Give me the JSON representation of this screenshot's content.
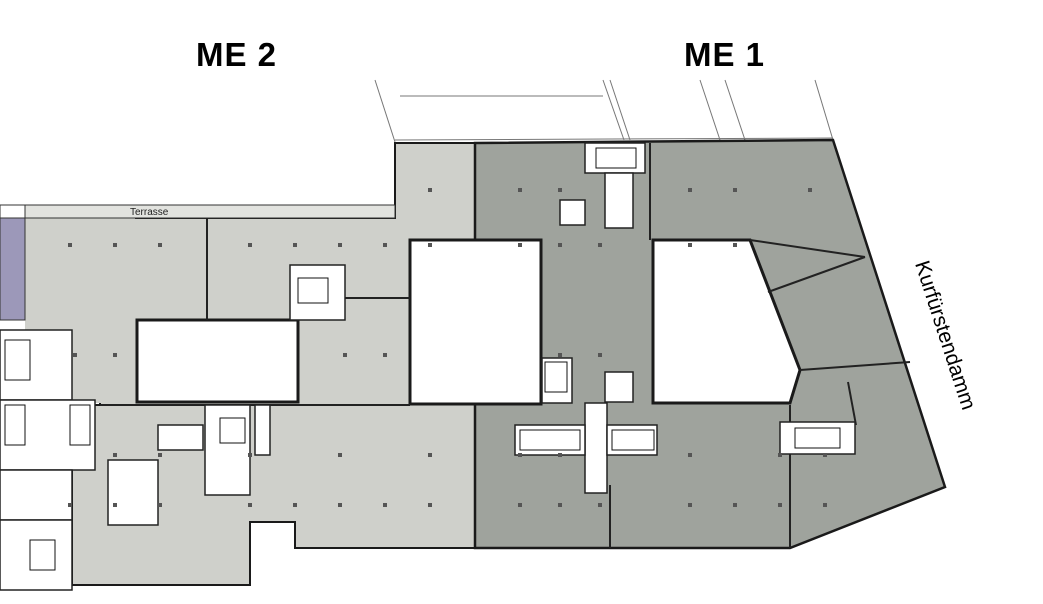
{
  "plan": {
    "units": [
      {
        "label": "ME 2",
        "fill": "#cfd0cb"
      },
      {
        "label": "ME 1",
        "fill": "#9fa39d"
      }
    ],
    "street_label": "Kurfürstendamm",
    "terrace_label": "Terrasse",
    "colors": {
      "neighbor": "#9c98b9",
      "wall": "#1a1a1a",
      "court": "#ffffff"
    }
  }
}
